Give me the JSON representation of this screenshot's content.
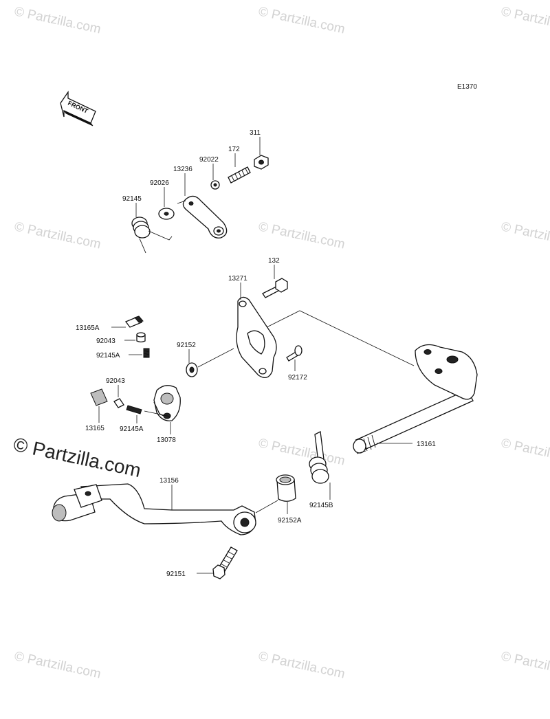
{
  "diagram_code": "E1370",
  "front_label": "FRONT",
  "watermark": "© Partzilla.com",
  "part_labels": {
    "p311": "311",
    "p172": "172",
    "p92022": "92022",
    "p13236": "13236",
    "p92026": "92026",
    "p92145": "92145",
    "p132": "132",
    "p13271": "13271",
    "p13165A": "13165A",
    "p92043a": "92043",
    "p92145A_top": "92145A",
    "p92152": "92152",
    "p92172": "92172",
    "p92043b": "92043",
    "p13165": "13165",
    "p92145A_bot": "92145A",
    "p13078": "13078",
    "p13161": "13161",
    "p13156": "13156",
    "p92145B": "92145B",
    "p92152A": "92152A",
    "p92151": "92151"
  }
}
